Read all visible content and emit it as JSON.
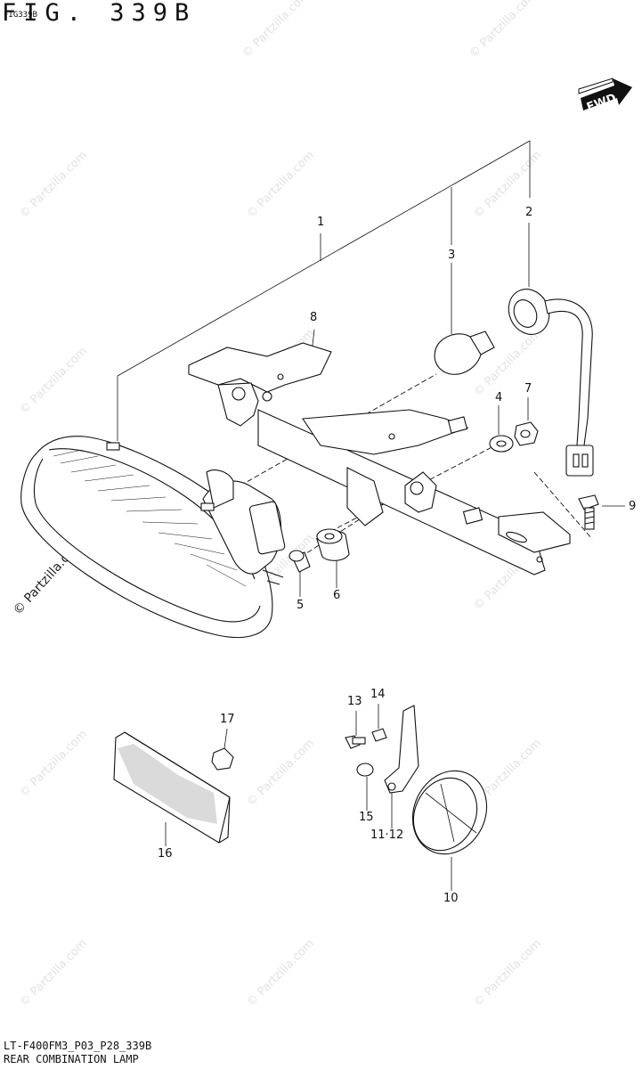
{
  "header": {
    "fig_title": "FIG. 339B",
    "fig_code": "FIG339B"
  },
  "footer": {
    "model_code": "LT-F400FM3_P03_P28_339B",
    "assembly_name": "REAR COMBINATION LAMP"
  },
  "direction_badge": {
    "label": "FWD"
  },
  "watermark": {
    "text": "© Partzilla.com"
  },
  "callouts": {
    "c1": "1",
    "c2": "2",
    "c3": "3",
    "c4": "4",
    "c5": "5",
    "c6": "6",
    "c7": "7",
    "c8": "8",
    "c9": "9",
    "c10": "10",
    "c11_12": "11·12",
    "c13": "13",
    "c14": "14",
    "c15": "15",
    "c16": "16",
    "c17": "17"
  }
}
